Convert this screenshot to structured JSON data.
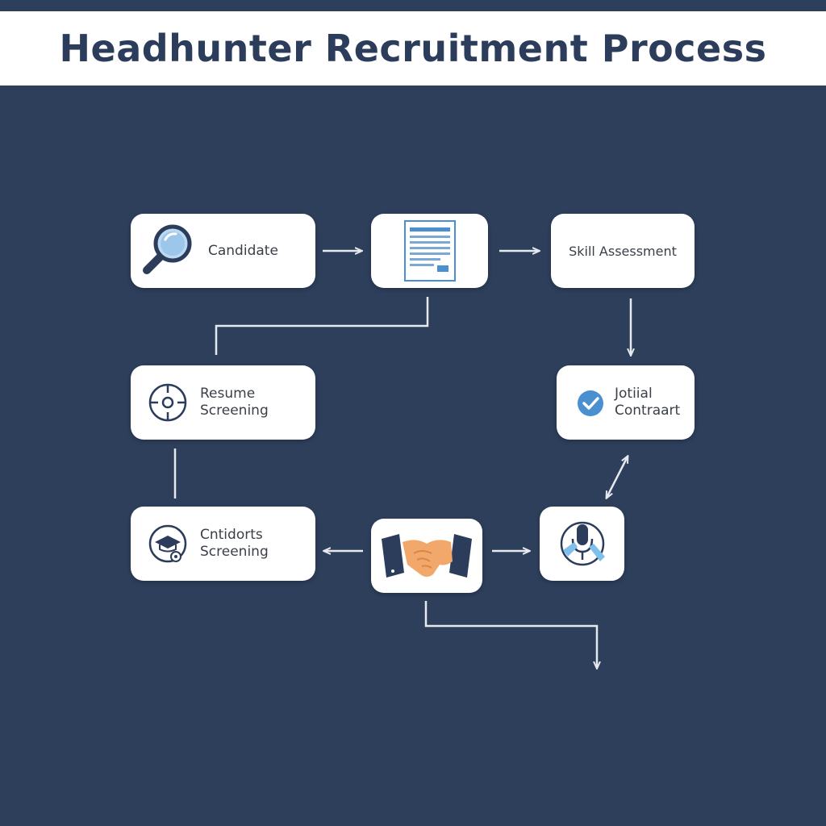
{
  "title": "Headhunter Recruitment Process",
  "colors": {
    "background": "#2e3f5c",
    "title_text": "#2b3d5b",
    "node_fill": "#ffffff",
    "connector": "#e6e9ee",
    "accent_blue": "#4a8fd0",
    "handshake_skin": "#f2a86b",
    "navy": "#2b3d5b"
  },
  "nodes": {
    "candidate": {
      "label": "Candidate",
      "icon": "magnifier-icon"
    },
    "document": {
      "label": "",
      "icon": "document-icon"
    },
    "skill_assessment": {
      "label": "Skill Assessment",
      "icon": ""
    },
    "resume_screening": {
      "label_line1": "Resume",
      "label_line2": "Screening",
      "icon": "target-icon"
    },
    "job_contract": {
      "label_line1": "Jotiial",
      "label_line2": "Contraart",
      "icon": "check-circle-icon"
    },
    "candidates_screening": {
      "label_line1": "Cntidorts",
      "label_line2": "Screening",
      "icon": "graduation-cap-icon"
    },
    "handshake": {
      "label": "",
      "icon": "handshake-icon"
    },
    "interview": {
      "label": "",
      "icon": "microphone-icon"
    }
  }
}
